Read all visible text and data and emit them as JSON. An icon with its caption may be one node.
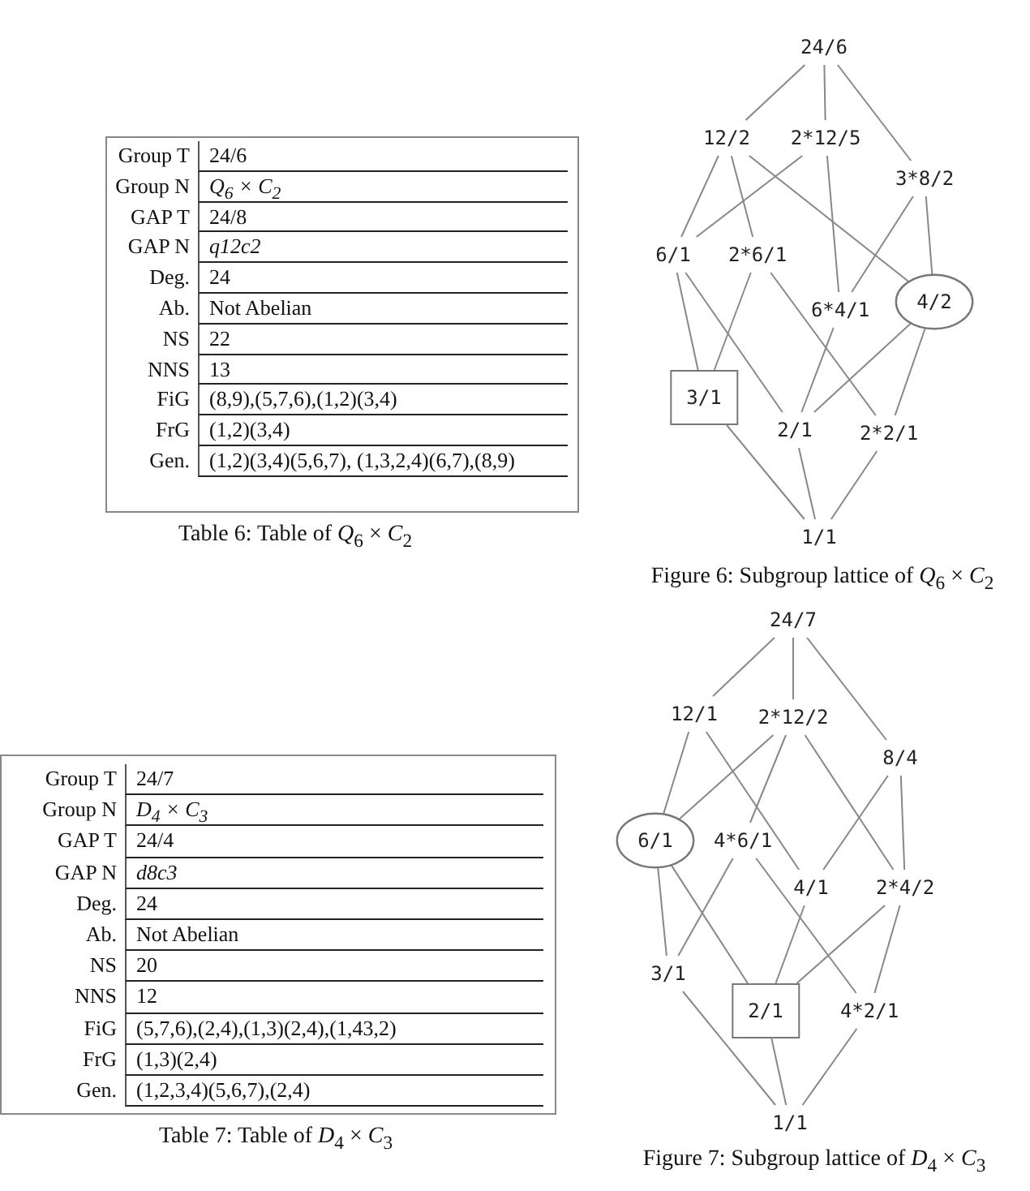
{
  "diagram": {
    "nodes": [
      {
        "text": [
          "24/6"
        ]
      },
      {
        "text": [
          "12/2"
        ]
      },
      {
        "text": [
          "2*12/5"
        ]
      },
      {
        "text": [
          "3*8/2"
        ]
      },
      {
        "text": [
          "6/1"
        ]
      },
      {
        "text": [
          "2*6/1"
        ]
      },
      {
        "text": [
          "6*4/1"
        ]
      },
      {
        "text": [
          "4/2"
        ]
      },
      {
        "text": [
          "3/1"
        ]
      },
      {
        "text": [
          "2/1"
        ]
      },
      {
        "text": [
          "2*2/1"
        ]
      },
      {
        "text": [
          "1/1"
        ]
      },
      {
        "text": [
          "24/7"
        ]
      },
      {
        "text": [
          "12/1"
        ]
      },
      {
        "text": [
          "2*12/2"
        ]
      },
      {
        "text": [
          "8/4"
        ]
      },
      {
        "text": [
          "6/1"
        ]
      },
      {
        "text": [
          "4*6/1"
        ]
      },
      {
        "text": [
          "4/1"
        ]
      },
      {
        "text": [
          "2*4/2"
        ]
      },
      {
        "text": [
          "3/1"
        ]
      },
      {
        "text": [
          "2/1"
        ]
      },
      {
        "text": [
          "4*2/1"
        ]
      },
      {
        "text": [
          "1/1"
        ]
      }
    ],
    "edges": [
      {
        "from": 0,
        "to": 1,
        "arrow": "none"
      },
      {
        "from": 0,
        "to": 2,
        "arrow": "none"
      },
      {
        "from": 0,
        "to": 3,
        "arrow": "none"
      },
      {
        "from": 1,
        "to": 4,
        "arrow": "none"
      },
      {
        "from": 1,
        "to": 5,
        "arrow": "none"
      },
      {
        "from": 1,
        "to": 7,
        "arrow": "none"
      },
      {
        "from": 2,
        "to": 4,
        "arrow": "none"
      },
      {
        "from": 2,
        "to": 6,
        "arrow": "none"
      },
      {
        "from": 3,
        "to": 6,
        "arrow": "none"
      },
      {
        "from": 3,
        "to": 7,
        "arrow": "none"
      },
      {
        "from": 4,
        "to": 8,
        "arrow": "none"
      },
      {
        "from": 4,
        "to": 9,
        "arrow": "none"
      },
      {
        "from": 5,
        "to": 8,
        "arrow": "none"
      },
      {
        "from": 5,
        "to": 10,
        "arrow": "none"
      },
      {
        "from": 6,
        "to": 9,
        "arrow": "none"
      },
      {
        "from": 7,
        "to": 9,
        "arrow": "none"
      },
      {
        "from": 7,
        "to": 10,
        "arrow": "none"
      },
      {
        "from": 8,
        "to": 11,
        "arrow": "none"
      },
      {
        "from": 9,
        "to": 11,
        "arrow": "none"
      },
      {
        "from": 10,
        "to": 11,
        "arrow": "none"
      },
      {
        "from": 12,
        "to": 13,
        "arrow": "none"
      },
      {
        "from": 12,
        "to": 14,
        "arrow": "none"
      },
      {
        "from": 12,
        "to": 15,
        "arrow": "none"
      },
      {
        "from": 13,
        "to": 16,
        "arrow": "none"
      },
      {
        "from": 13,
        "to": 18,
        "arrow": "none"
      },
      {
        "from": 14,
        "to": 16,
        "arrow": "none"
      },
      {
        "from": 14,
        "to": 17,
        "arrow": "none"
      },
      {
        "from": 14,
        "to": 19,
        "arrow": "none"
      },
      {
        "from": 15,
        "to": 18,
        "arrow": "none"
      },
      {
        "from": 15,
        "to": 19,
        "arrow": "none"
      },
      {
        "from": 16,
        "to": 20,
        "arrow": "none"
      },
      {
        "from": 16,
        "to": 21,
        "arrow": "none"
      },
      {
        "from": 17,
        "to": 20,
        "arrow": "none"
      },
      {
        "from": 17,
        "to": 22,
        "arrow": "none"
      },
      {
        "from": 18,
        "to": 21,
        "arrow": "none"
      },
      {
        "from": 19,
        "to": 21,
        "arrow": "none"
      },
      {
        "from": 19,
        "to": 22,
        "arrow": "none"
      },
      {
        "from": 20,
        "to": 23,
        "arrow": "none"
      },
      {
        "from": 21,
        "to": 23,
        "arrow": "none"
      },
      {
        "from": 22,
        "to": 23,
        "arrow": "none"
      }
    ],
    "labels": [
      "Group T",
      "24/6",
      "Group N",
      "*Q*$_{6}$ × *C*$_{2}$",
      "GAP T",
      "24/8",
      "GAP N",
      "q12c2",
      "Deg.",
      "24",
      "Ab.",
      "Not Abelian",
      "NS",
      "22",
      "NNS",
      "13",
      "FiG",
      "(8,9),(5,7,6),(1,2)(3,4)",
      "FrG",
      "(1,2)(3,4)",
      "Gen.",
      "(1,2)(3,4)(5,6,7), (1,3,2,4)(6,7),(8,9)",
      "Table 6: Table of *Q*$_{6}$ × *C*$_{2}$",
      "Figure 6: Subgroup lattice of *Q*$_{6}$ × *C*$_{2}$",
      "Group T",
      "24/7",
      "Group N",
      "*D*$_{4}$ × *C*$_{3}$",
      "GAP T",
      "24/4",
      "GAP N",
      "d8c3",
      "Deg.",
      "24",
      "Ab.",
      "Not Abelian",
      "NS",
      "20",
      "NNS",
      "12",
      "FiG",
      "(5,7,6),(2,4),(1,3)(2,4),(1,43,2)",
      "FrG",
      "(1,3)(2,4)",
      "Gen.",
      "(1,2,3,4)(5,6,7),(2,4)",
      "Table 7: Table of *D*$_{4}$ × *C*$_{3}$",
      "Figure 7: Subgroup lattice of *D*$_{4}$ × *C*$_{3}$"
    ]
  }
}
